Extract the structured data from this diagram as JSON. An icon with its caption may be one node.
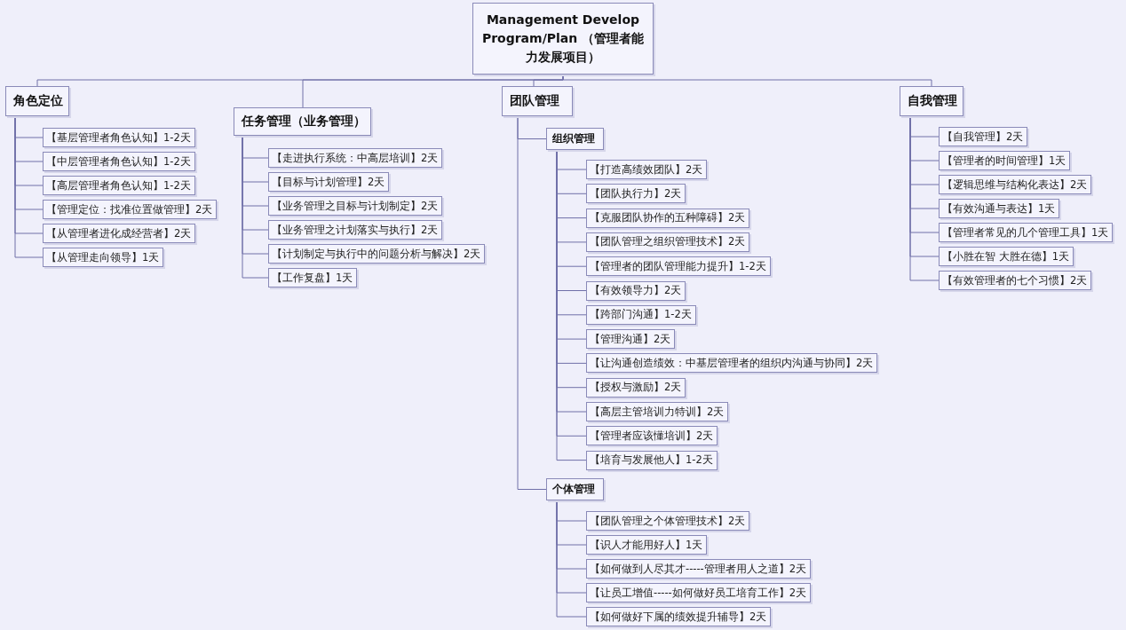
{
  "diagram": {
    "nodes": [
      {
        "text": [
          "Management Develop Program/Plan （管理者能力发展项目）"
        ]
      },
      {
        "text": [
          "角色定位"
        ]
      },
      {
        "text": [
          "【基层管理者角色认知】1-2天"
        ]
      },
      {
        "text": [
          "【中层管理者角色认知】1-2天"
        ]
      },
      {
        "text": [
          "【高层管理者角色认知】1-2天"
        ]
      },
      {
        "text": [
          "【管理定位：找准位置做管理】2天"
        ]
      },
      {
        "text": [
          "【从管理者进化成经营者】2天"
        ]
      },
      {
        "text": [
          "【从管理走向领导】1天"
        ]
      },
      {
        "text": [
          "任务管理（业务管理）"
        ]
      },
      {
        "text": [
          "【走进执行系统：中高层培训】2天"
        ]
      },
      {
        "text": [
          "【目标与计划管理】2天"
        ]
      },
      {
        "text": [
          "【业务管理之目标与计划制定】2天"
        ]
      },
      {
        "text": [
          "【业务管理之计划落实与执行】2天"
        ]
      },
      {
        "text": [
          "【计划制定与执行中的问题分析与解决】2天"
        ]
      },
      {
        "text": [
          "【工作复盘】1天"
        ]
      },
      {
        "text": [
          "团队管理"
        ]
      },
      {
        "text": [
          "组织管理"
        ]
      },
      {
        "text": [
          "【打造高绩效团队】2天"
        ]
      },
      {
        "text": [
          "【团队执行力】2天"
        ]
      },
      {
        "text": [
          "【克服团队协作的五种障碍】2天"
        ]
      },
      {
        "text": [
          "【团队管理之组织管理技术】2天"
        ]
      },
      {
        "text": [
          "【管理者的团队管理能力提升】1-2天"
        ]
      },
      {
        "text": [
          "【有效领导力】2天"
        ]
      },
      {
        "text": [
          "【跨部门沟通】1-2天"
        ]
      },
      {
        "text": [
          "【管理沟通】2天"
        ]
      },
      {
        "text": [
          "【让沟通创造绩效：中基层管理者的组织内沟通与协同】2天"
        ]
      },
      {
        "text": [
          "【授权与激励】2天"
        ]
      },
      {
        "text": [
          "【高层主管培训力特训】2天"
        ]
      },
      {
        "text": [
          "【管理者应该懂培训】2天"
        ]
      },
      {
        "text": [
          "【培育与发展他人】1-2天"
        ]
      },
      {
        "text": [
          "个体管理"
        ]
      },
      {
        "text": [
          "【团队管理之个体管理技术】2天"
        ]
      },
      {
        "text": [
          "【识人才能用好人】1天"
        ]
      },
      {
        "text": [
          "【如何做到人尽其才-----管理者用人之道】2天"
        ]
      },
      {
        "text": [
          "【让员工增值-----如何做好员工培育工作】2天"
        ]
      },
      {
        "text": [
          "【如何做好下属的绩效提升辅导】2天"
        ]
      },
      {
        "text": [
          "自我管理"
        ]
      },
      {
        "text": [
          "【自我管理】2天"
        ]
      },
      {
        "text": [
          "【管理者的时间管理】1天"
        ]
      },
      {
        "text": [
          "【逻辑思维与结构化表达】2天"
        ]
      },
      {
        "text": [
          "【有效沟通与表达】1天"
        ]
      },
      {
        "text": [
          "【管理者常见的几个管理工具】1天"
        ]
      },
      {
        "text": [
          "【小胜在智 大胜在德】1天"
        ]
      },
      {
        "text": [
          "【有效管理者的七个习惯】2天"
        ]
      }
    ],
    "edges": [
      {
        "from": 0,
        "to": 1,
        "arrow": "none"
      },
      {
        "from": 0,
        "to": 8,
        "arrow": "none"
      },
      {
        "from": 0,
        "to": 15,
        "arrow": "none"
      },
      {
        "from": 0,
        "to": 36,
        "arrow": "none"
      },
      {
        "from": 1,
        "to": 2,
        "arrow": "none"
      },
      {
        "from": 1,
        "to": 3,
        "arrow": "none"
      },
      {
        "from": 1,
        "to": 4,
        "arrow": "none"
      },
      {
        "from": 1,
        "to": 5,
        "arrow": "none"
      },
      {
        "from": 1,
        "to": 6,
        "arrow": "none"
      },
      {
        "from": 1,
        "to": 7,
        "arrow": "none"
      },
      {
        "from": 8,
        "to": 9,
        "arrow": "none"
      },
      {
        "from": 8,
        "to": 10,
        "arrow": "none"
      },
      {
        "from": 8,
        "to": 11,
        "arrow": "none"
      },
      {
        "from": 8,
        "to": 12,
        "arrow": "none"
      },
      {
        "from": 8,
        "to": 13,
        "arrow": "none"
      },
      {
        "from": 8,
        "to": 14,
        "arrow": "none"
      },
      {
        "from": 15,
        "to": 16,
        "arrow": "none"
      },
      {
        "from": 15,
        "to": 30,
        "arrow": "none"
      },
      {
        "from": 16,
        "to": 17,
        "arrow": "none"
      },
      {
        "from": 16,
        "to": 18,
        "arrow": "none"
      },
      {
        "from": 16,
        "to": 19,
        "arrow": "none"
      },
      {
        "from": 16,
        "to": 20,
        "arrow": "none"
      },
      {
        "from": 16,
        "to": 21,
        "arrow": "none"
      },
      {
        "from": 16,
        "to": 22,
        "arrow": "none"
      },
      {
        "from": 16,
        "to": 23,
        "arrow": "none"
      },
      {
        "from": 16,
        "to": 24,
        "arrow": "none"
      },
      {
        "from": 16,
        "to": 25,
        "arrow": "none"
      },
      {
        "from": 16,
        "to": 26,
        "arrow": "none"
      },
      {
        "from": 16,
        "to": 27,
        "arrow": "none"
      },
      {
        "from": 16,
        "to": 28,
        "arrow": "none"
      },
      {
        "from": 16,
        "to": 29,
        "arrow": "none"
      },
      {
        "from": 30,
        "to": 31,
        "arrow": "none"
      },
      {
        "from": 30,
        "to": 32,
        "arrow": "none"
      },
      {
        "from": 30,
        "to": 33,
        "arrow": "none"
      },
      {
        "from": 30,
        "to": 34,
        "arrow": "none"
      },
      {
        "from": 30,
        "to": 35,
        "arrow": "none"
      },
      {
        "from": 36,
        "to": 37,
        "arrow": "none"
      },
      {
        "from": 36,
        "to": 38,
        "arrow": "none"
      },
      {
        "from": 36,
        "to": 39,
        "arrow": "none"
      },
      {
        "from": 36,
        "to": 40,
        "arrow": "none"
      },
      {
        "from": 36,
        "to": 41,
        "arrow": "none"
      },
      {
        "from": 36,
        "to": 42,
        "arrow": "none"
      },
      {
        "from": 36,
        "to": 43,
        "arrow": "none"
      }
    ]
  }
}
